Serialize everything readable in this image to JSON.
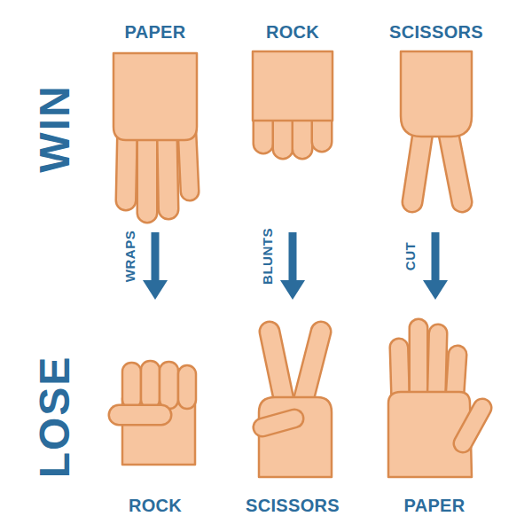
{
  "diagram": {
    "nodes": [
      {
        "text": [
          "PAPER"
        ]
      },
      {
        "text": [
          "ROCK"
        ]
      },
      {
        "text": [
          "SCISSORS"
        ]
      },
      {
        "text": [
          "ROCK"
        ]
      },
      {
        "text": [
          "SCISSORS"
        ]
      },
      {
        "text": [
          "PAPER"
        ]
      }
    ],
    "edges": [
      {
        "from": 0,
        "to": 3,
        "label": "WRAPS",
        "arrow": "to"
      },
      {
        "from": 1,
        "to": 4,
        "label": "BLUNTS",
        "arrow": "to"
      },
      {
        "from": 2,
        "to": 5,
        "label": "CUT",
        "arrow": "to"
      }
    ],
    "labels": [
      "WIN",
      "LOSE"
    ]
  }
}
